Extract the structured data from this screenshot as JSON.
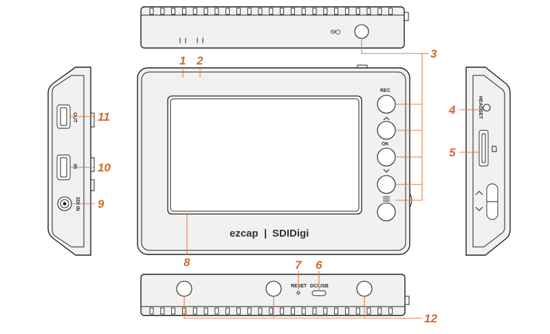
{
  "callouts": [
    "1",
    "2",
    "3",
    "4",
    "5",
    "6",
    "7",
    "8",
    "9",
    "10",
    "11",
    "12"
  ],
  "device": {
    "brand_left": "ezcap",
    "brand_separator": "|",
    "brand_right": "SDIDigi"
  },
  "labels": {
    "rec": "REC",
    "ok": "OK",
    "headset": "HEADSET",
    "reset": "RESET",
    "dcusb": "DC/USB",
    "out": "OUT",
    "in": "IN",
    "sdi_in": "SDI IN",
    "power_symbol": "⏻/◯"
  },
  "icons": {
    "up": "chevron-up-icon",
    "down": "chevron-down-icon",
    "menu": "menu-icon",
    "power": "power-icon",
    "sd": "sd-card-icon"
  },
  "colors": {
    "callout": "#d2672a",
    "leader": "#e07a3c",
    "outline": "#1e1e1e"
  }
}
